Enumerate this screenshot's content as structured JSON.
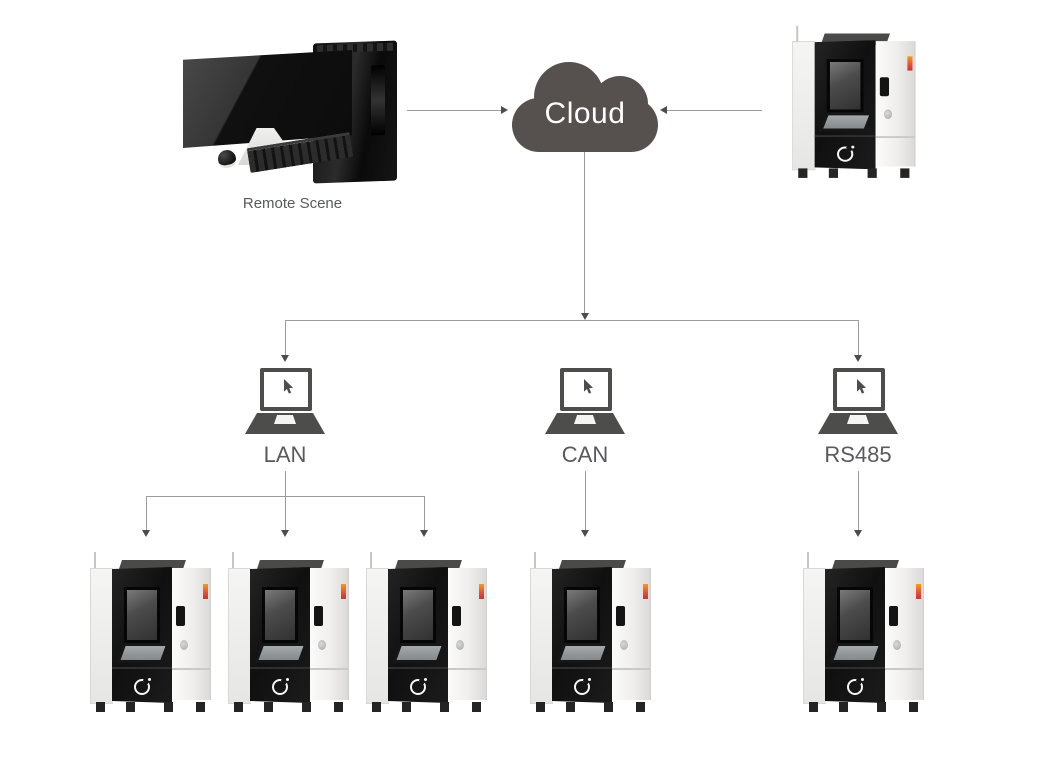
{
  "diagram": {
    "background": "#ffffff",
    "connector_color": "#9b9b9b",
    "arrowhead_color": "#4c4c4c",
    "label_color": "#595a5c",
    "nodes": {
      "remote_scene": {
        "label": "Remote Scene",
        "icon": "desktop-computer-icon"
      },
      "cloud": {
        "label": "Cloud",
        "fill": "#56514e",
        "text_color": "#ffffff",
        "icon": "cloud-icon"
      },
      "field_chamber": {
        "icon": "test-chamber-icon"
      }
    },
    "branches": [
      {
        "id": "lan",
        "label": "LAN",
        "icon": "laptop-icon",
        "chamber_count": 3
      },
      {
        "id": "can",
        "label": "CAN",
        "icon": "laptop-icon",
        "chamber_count": 1
      },
      {
        "id": "rs485",
        "label": "RS485",
        "icon": "laptop-icon",
        "chamber_count": 1
      }
    ]
  }
}
